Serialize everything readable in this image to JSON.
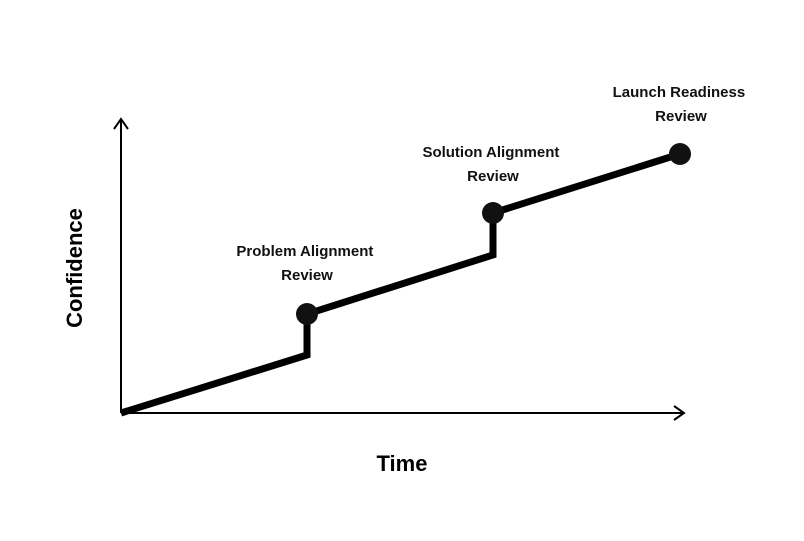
{
  "axes": {
    "x_label": "Time",
    "y_label": "Confidence"
  },
  "milestones": [
    {
      "line1": "Problem Alignment",
      "line2": "Review"
    },
    {
      "line1": "Solution Alignment",
      "line2": "Review"
    },
    {
      "line1": "Launch Readiness",
      "line2": "Review"
    }
  ],
  "colors": {
    "line": "#000000",
    "marker": "#111111",
    "background": "#ffffff"
  }
}
